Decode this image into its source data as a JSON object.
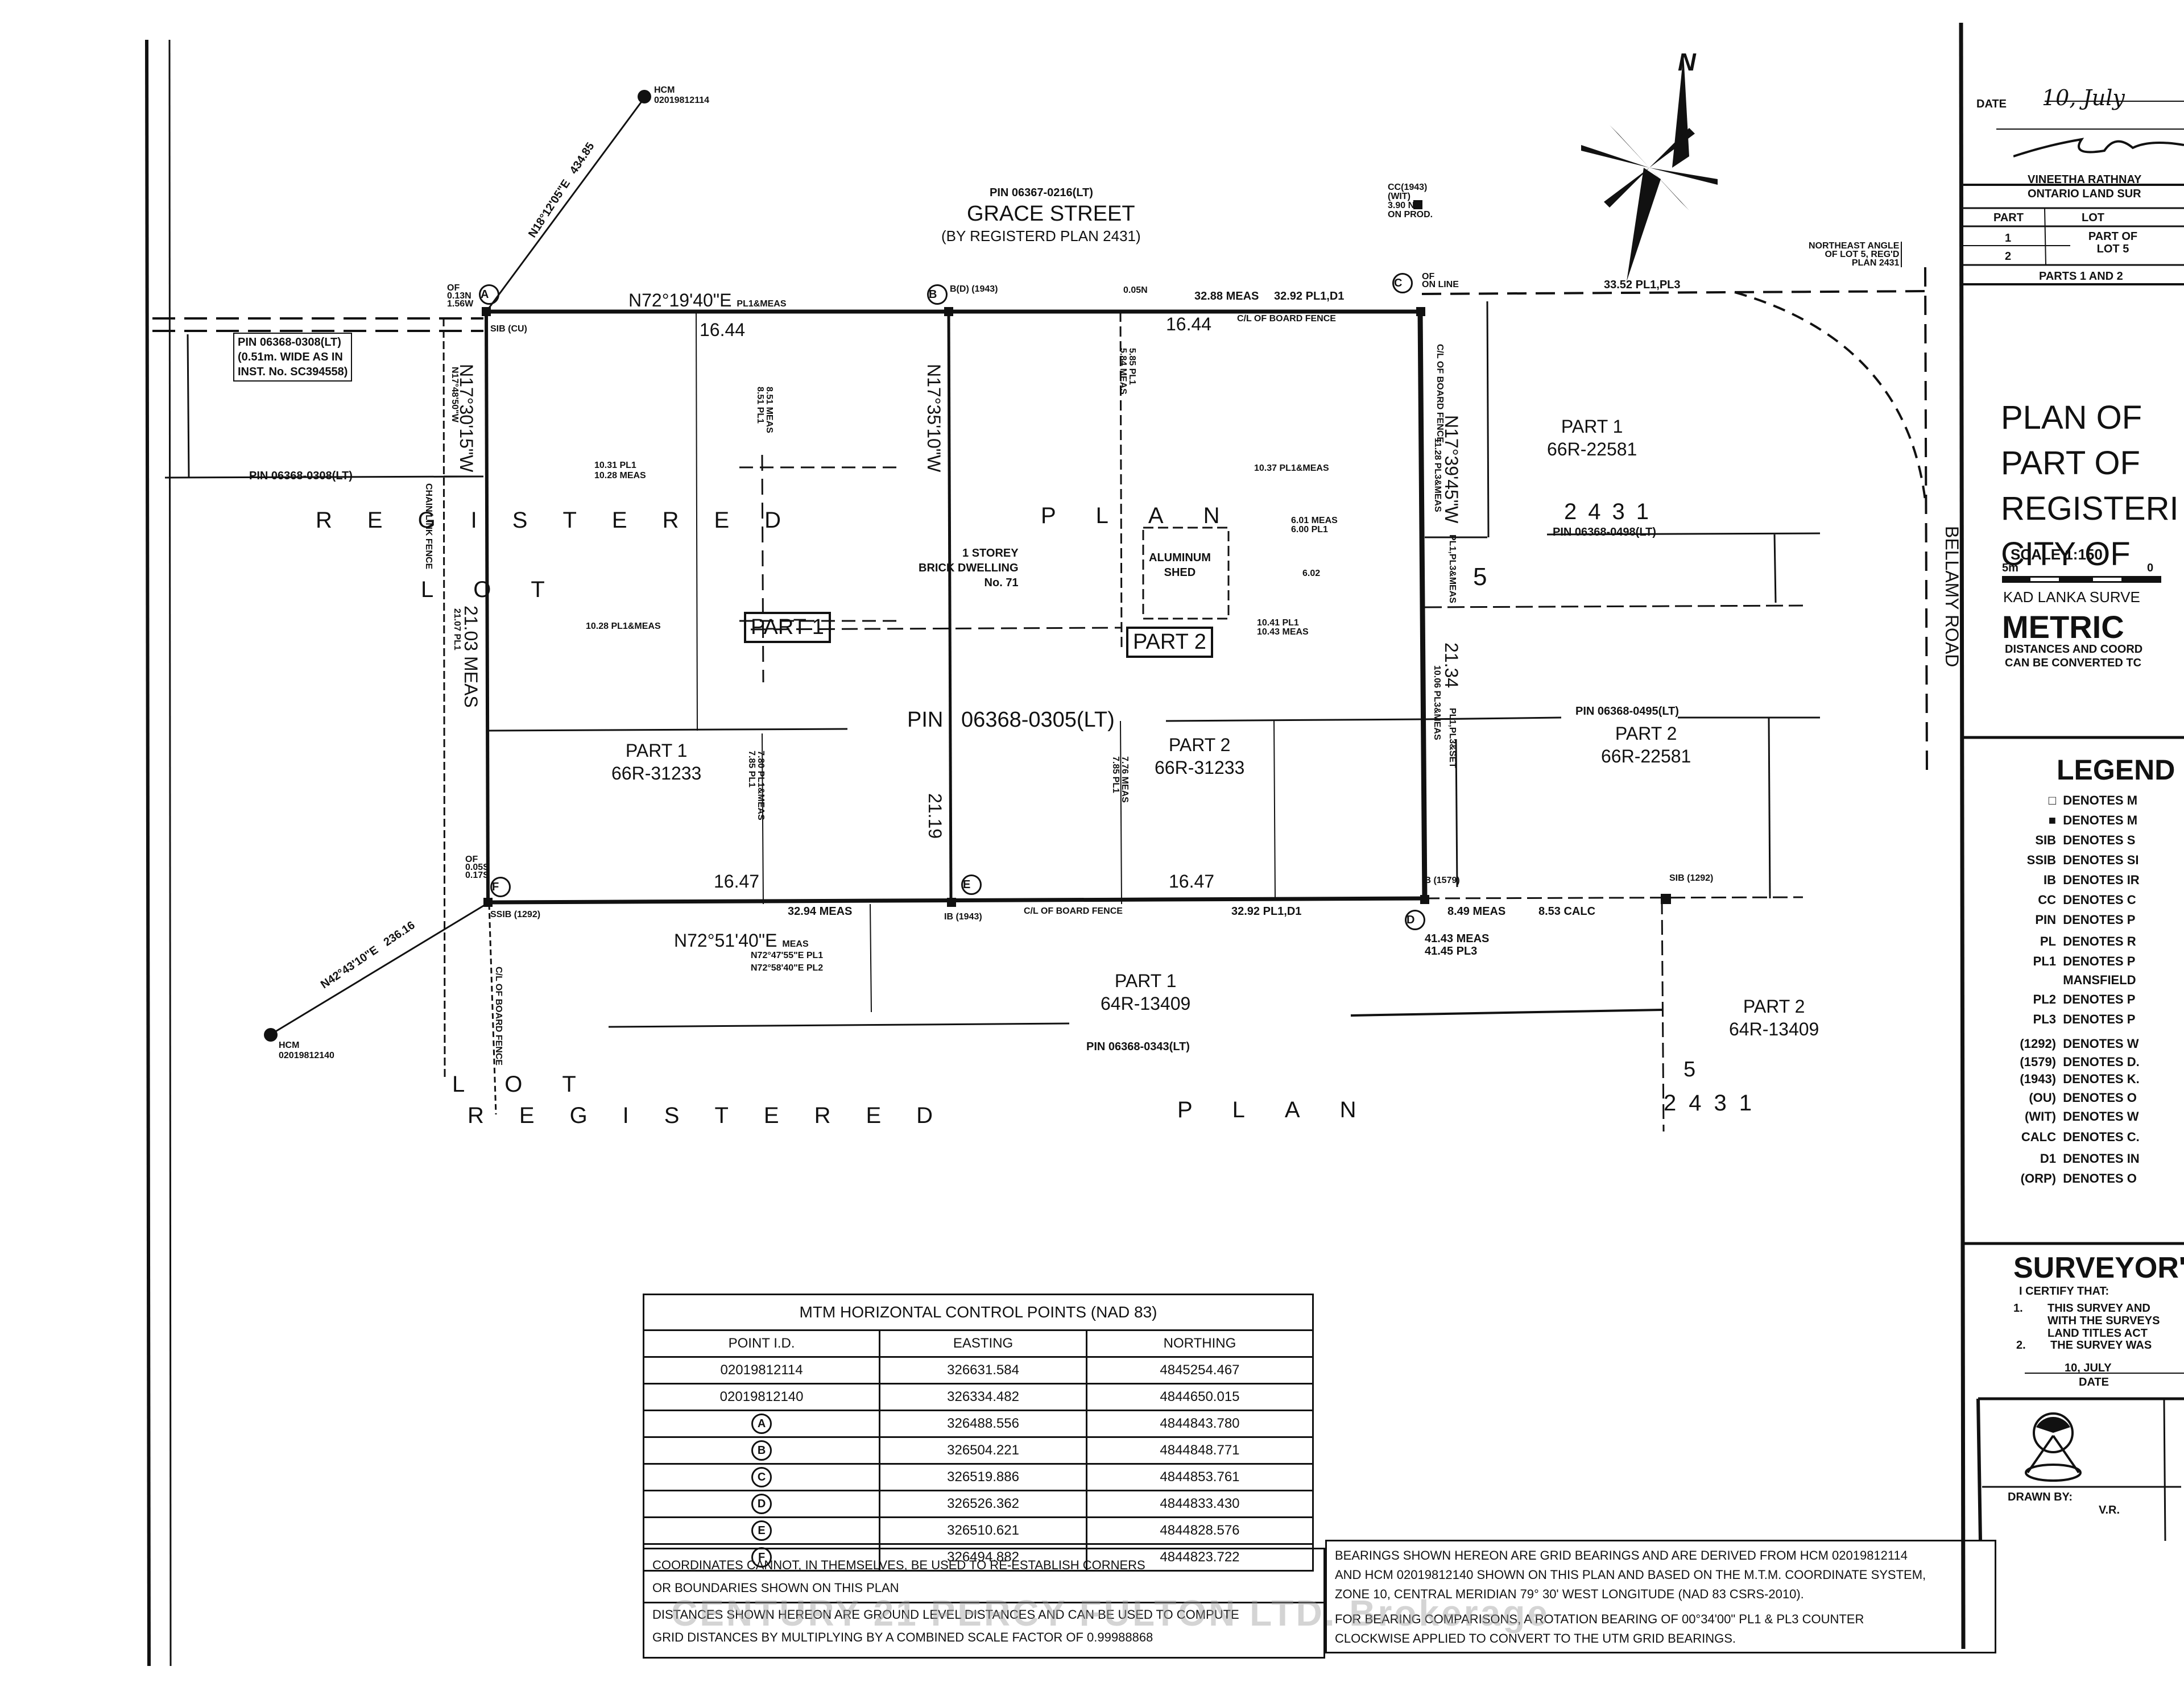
{
  "street_north": {
    "pin": "PIN 06367-0216(LT)",
    "name": "GRACE STREET",
    "note": "(BY REGISTERD PLAN 2431)"
  },
  "street_east": {
    "name": "BELLAMY ROAD"
  },
  "north_arrow": {
    "label": "N"
  },
  "hcm_north": {
    "label": "HCM",
    "id": "02019812114",
    "bearing": "N18°12'05\"E",
    "distance": "434.85"
  },
  "hcm_south": {
    "label": "HCM",
    "id": "02019812140",
    "bearing": "N42°43'10\"E",
    "distance": "236.16"
  },
  "west_neighbor": {
    "pin_box": [
      "PIN 06368-0308(LT)",
      "(0.51m. WIDE AS IN",
      "INST. No. SC394558)"
    ],
    "pin": "PIN 06368-0308(LT)"
  },
  "boundaries": {
    "north_bearing": "N72°19'40\"E",
    "north_bearing_suffix": "PL1&MEAS",
    "north_left_dist": "16.44",
    "north_right_dist": "16.44",
    "north_meas": "32.88 MEAS",
    "north_pl": "32.92 PL1,D1",
    "north_fence": "C/L OF BOARD FENCE",
    "south_bearing": "N72°51'40\"E",
    "south_bearing_suffix": "MEAS",
    "south_pl1": "N72°47'55\"E  PL1",
    "south_pl2": "N72°58'40\"E  PL2",
    "south_left_dist": "16.47",
    "south_right_dist": "16.47",
    "south_meas": "32.94 MEAS",
    "south_pl": "32.92 PL1,D1",
    "south_fence": "C/L OF BOARD FENCE",
    "west_bearing": "N17°30'15\"W",
    "west_bearing_pl": "N17°48'50\"W",
    "west_meas": "21.03 MEAS",
    "west_pl": "21.07 PL1",
    "west_fence": "CHAIN LINK FENCE",
    "middle_bearing": "N17°35'10\"W",
    "middle_dist": "21.19",
    "east_bearing": "N17°39'45\"W",
    "east_dist": "21.34",
    "east_dist_note": "PL1,PL3&SET",
    "east_upper": "11.28 PL3&MEAS",
    "east_lower": "10.06 PL3&MEAS",
    "east_fence": "C/L OF BOARD FENCE",
    "east_pl": "PL1,PL3&MEAS",
    "east_extension": "41.43 MEAS",
    "east_extension_pl": "41.45 PL3",
    "south_east_meas": "8.49 MEAS",
    "south_east_calc": "8.53 CALC",
    "north_east_pl": "33.52 PL1,PL3"
  },
  "monuments": {
    "a": "A",
    "b": "B",
    "c": "C",
    "d": "D",
    "e": "E",
    "f": "F",
    "ssib_cu": "SIB (CU)",
    "ib_1943_n": "B(D) (1943)",
    "ib_1943_s": "IB (1943)",
    "ib_1579": "IB (1579)",
    "sib_1292": "SIB (1292)",
    "ssib_1292": "SSIB (1292)",
    "cc_1943": [
      "CC(1943)",
      "(WIT)",
      "3.90 N",
      "ON PROD."
    ],
    "of_label_nw": [
      "OF",
      "0.13N",
      "1.56W"
    ],
    "of_label_ne": [
      "OF",
      "ON LINE"
    ],
    "of_label_sw": [
      "OF",
      "0.05S",
      "0.17S"
    ]
  },
  "dimensions": {
    "part1_top": [
      "10.31 PL1",
      "10.28 MEAS"
    ],
    "part1_bottom": "10.28 PL1&MEAS",
    "part1_side": [
      "8.51 MEAS",
      "8.51 PL1"
    ],
    "part1_lower": [
      "7.80 PL1&MEAS",
      "7.85 PL1"
    ],
    "part2_top": "10.37 PL1&MEAS",
    "part2_side": [
      "5.85 PL1",
      "5.84 MEAS"
    ],
    "part2_mid": [
      "10.41 PL1",
      "10.43 MEAS"
    ],
    "part2_lower": [
      "7.76 MEAS",
      "7.85 PL1"
    ],
    "shed_offset": [
      "6.01 MEAS",
      "6.00 PL1"
    ],
    "shed_gap": "6.02",
    "of_value_b": "0.05N"
  },
  "labels": {
    "part1_boxed": "PART 1",
    "part2_boxed": "PART 2",
    "dwelling": [
      "1",
      "STOREY",
      "BRICK",
      "DWELLING",
      "No.",
      "71"
    ],
    "shed": [
      "ALUMINUM",
      "SHED"
    ],
    "pin_center": "PIN",
    "pin_center_value": "06368-0305(LT)",
    "registered": "REGISTERED",
    "lot": "LOT",
    "plan": "PLAN",
    "lot_num": "5",
    "plan_num": "2431",
    "ne_part1": [
      "PART 1",
      "66R-22581"
    ],
    "ne_pin": "PIN 06368-0498(LT)",
    "e_pin": "PIN 06368-0495(LT)",
    "e_part2": [
      "PART 2",
      "66R-22581"
    ],
    "sw_part1": [
      "PART 1",
      "66R-31233"
    ],
    "sc_part2": [
      "PART 2",
      "66R-31233"
    ],
    "s_part1": [
      "PART 1",
      "64R-13409"
    ],
    "s_pin": "PIN 06368-0343(LT)",
    "se_part2": [
      "PART 2",
      "64R-13409"
    ],
    "ne_angle": [
      "NORTHEAST ANGLE",
      "OF LOT 5, REG'D",
      "PLAN 2431"
    ],
    "lot_bottom": "LOT",
    "registered_bottom": "REGISTERED",
    "plan_bottom": "PLAN",
    "lot_bottom_num": "5",
    "plan_bottom_num": "2431",
    "west_fence2": "C/L OF BOARD FENCE"
  },
  "mtm_table": {
    "title": "MTM HORIZONTAL CONTROL POINTS (NAD 83)",
    "headers": [
      "POINT I.D.",
      "EASTING",
      "NORTHING"
    ],
    "rows": [
      {
        "id": "02019812114",
        "circled": false,
        "easting": "326631.584",
        "northing": "4845254.467"
      },
      {
        "id": "02019812140",
        "circled": false,
        "easting": "326334.482",
        "northing": "4844650.015"
      },
      {
        "id": "A",
        "circled": true,
        "easting": "326488.556",
        "northing": "4844843.780"
      },
      {
        "id": "B",
        "circled": true,
        "easting": "326504.221",
        "northing": "4844848.771"
      },
      {
        "id": "C",
        "circled": true,
        "easting": "326519.886",
        "northing": "4844853.761"
      },
      {
        "id": "D",
        "circled": true,
        "easting": "326526.362",
        "northing": "4844833.430"
      },
      {
        "id": "E",
        "circled": true,
        "easting": "326510.621",
        "northing": "4844828.576"
      },
      {
        "id": "F",
        "circled": true,
        "easting": "326494.882",
        "northing": "4844823.722"
      }
    ]
  },
  "notes": {
    "coordinates": [
      "COORDINATES CANNOT, IN THEMSELVES, BE USED TO RE-ESTABLISH CORNERS",
      "OR BOUNDARIES SHOWN ON THIS PLAN"
    ],
    "distances": [
      "DISTANCES SHOWN HEREON ARE GROUND LEVEL DISTANCES AND CAN BE USED TO COMPUTE",
      "GRID DISTANCES BY MULTIPLYING BY A COMBINED SCALE FACTOR OF 0.99988868"
    ],
    "bearings": [
      "BEARINGS SHOWN HEREON ARE GRID BEARINGS AND ARE DERIVED FROM HCM 02019812114",
      "AND HCM 02019812140 SHOWN ON THIS PLAN AND BASED ON THE M.T.M. COORDINATE SYSTEM,",
      "ZONE 10, CENTRAL MERIDIAN 79° 30' WEST LONGITUDE (NAD 83 CSRS-2010).",
      "FOR BEARING COMPARISONS, A ROTATION BEARING OF 00°34'00\" PL1 & PL3 COUNTER",
      "CLOCKWISE APPLIED TO CONVERT TO THE UTM GRID BEARINGS."
    ]
  },
  "watermark": "CENTURY 21 PERCY FULTON LTD. Brokerage",
  "title_block": {
    "date_label": "DATE",
    "date_value": "10, July",
    "surveyor_name": "VINEETHA RATHNAY",
    "surveyor_title": "ONTARIO LAND SUR",
    "parts_table": {
      "headers": [
        "PART",
        "LOT"
      ],
      "rows": [
        {
          "part": "1",
          "lot": "PART OF LOT 5"
        },
        {
          "part": "2",
          "lot": ""
        }
      ],
      "footer": "PARTS 1 AND 2"
    },
    "plan_title": [
      "PLAN OF",
      "PART OF",
      "REGISTERI",
      "CITY OF"
    ],
    "scale": "SCALE 1:150",
    "scale_left": "5m",
    "scale_right": "0",
    "company": "KAD LANKA SURVE",
    "metric": "METRIC",
    "metric_note": [
      "DISTANCES AND COORD",
      "CAN BE CONVERTED TC"
    ],
    "legend_title": "LEGEND",
    "legend": [
      {
        "sym": "□",
        "text": "DENOTES M"
      },
      {
        "sym": "■",
        "text": "DENOTES M"
      },
      {
        "sym": "SIB",
        "text": "DENOTES S"
      },
      {
        "sym": "SSIB",
        "text": "DENOTES SI"
      },
      {
        "sym": "IB",
        "text": "DENOTES IR"
      },
      {
        "sym": "CC",
        "text": "DENOTES C"
      },
      {
        "sym": "PIN",
        "text": "DENOTES P"
      },
      {
        "sym": "PL",
        "text": "DENOTES R"
      },
      {
        "sym": "PL1",
        "text": "DENOTES P"
      },
      {
        "sym": "",
        "text": "MANSFIELD"
      },
      {
        "sym": "PL2",
        "text": "DENOTES P"
      },
      {
        "sym": "PL3",
        "text": "DENOTES P"
      },
      {
        "sym": "(1292)",
        "text": "DENOTES W"
      },
      {
        "sym": "(1579)",
        "text": "DENOTES D."
      },
      {
        "sym": "(1943)",
        "text": "DENOTES K."
      },
      {
        "sym": "(OU)",
        "text": "DENOTES O"
      },
      {
        "sym": "(WIT)",
        "text": "DENOTES W"
      },
      {
        "sym": "CALC",
        "text": "DENOTES C."
      },
      {
        "sym": "D1",
        "text": "DENOTES IN"
      },
      {
        "sym": "(ORP)",
        "text": "DENOTES O"
      }
    ],
    "cert_title": "SURVEYOR'",
    "cert_intro": "I CERTIFY THAT:",
    "cert_items": [
      {
        "num": "1.",
        "lines": [
          "THIS SURVEY AND",
          "WITH THE SURVEYS",
          "LAND TITLES ACT"
        ]
      },
      {
        "num": "2.",
        "lines": [
          "THE SURVEY WAS"
        ]
      }
    ],
    "cert_date": "10, JULY",
    "cert_date_label": "DATE",
    "drawn_by_label": "DRAWN BY:",
    "drawn_by": "V.R."
  }
}
